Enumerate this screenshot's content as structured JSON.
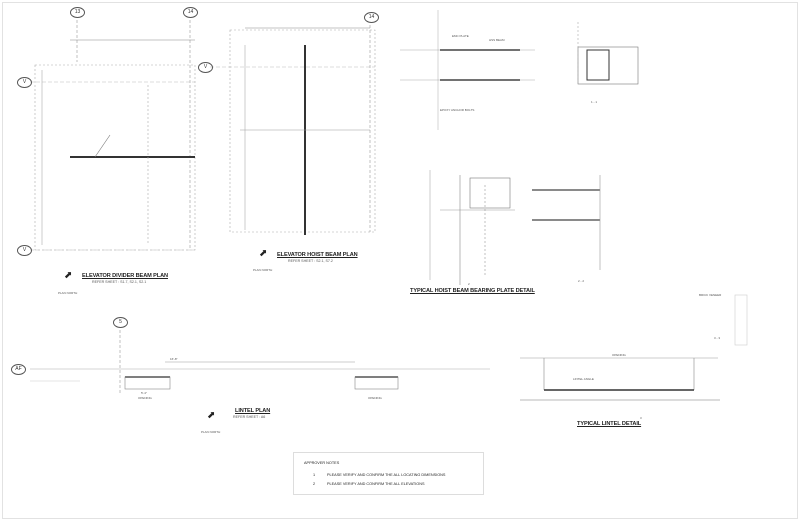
{
  "grid_bubbles": [
    "13",
    "14",
    "14",
    "V",
    "V",
    "V",
    "5",
    "AF"
  ],
  "divider_plan": {
    "title": "ELEVATOR DIVIDER BEAM PLAN",
    "subtitle": "REFER SHEET : S1.7, S2.1, S2.1",
    "north": "PLAN NORTH"
  },
  "hoist_plan": {
    "title": "ELEVATOR HOIST  BEAM PLAN",
    "subtitle": "REFER SHEET : S2.1, S7.2",
    "north": "PLAN NORTH"
  },
  "bearing_detail": {
    "title": "TYPICAL HOIST BEAM BEARING PLATE DETAIL",
    "section_a": "1 - 1",
    "section_b": "2 - 2",
    "label_plate": "EMC PLATE",
    "label_beam": "HSS BEAM",
    "label_anchor": "EPOXY ANCHOR BOLTS",
    "mark": "2"
  },
  "lintel_plan": {
    "title": "LINTEL PLAN",
    "subtitle": "REFER SHEET : A6",
    "north": "PLAN NORTH",
    "opening": "OPENING",
    "dim_span": "16'-8\"",
    "dim_open": "5'-4\""
  },
  "lintel_detail": {
    "title": "TYPICAL LINTEL DETAIL",
    "mark": "3",
    "opening": "OPENING",
    "label": "LINTEL ANGLE",
    "brick": "BRICK VENEER",
    "section": "3 - 3"
  },
  "approver_notes": {
    "heading": "APPROVER NOTES",
    "items": [
      {
        "num": "1",
        "text": "PLEASE VERIFY AND CONFIRM THE ALL LOCATING DIMENSIONS"
      },
      {
        "num": "2",
        "text": "PLEASE VERIFY AND CONFIRM THE ALL ELEVATIONS"
      }
    ]
  }
}
